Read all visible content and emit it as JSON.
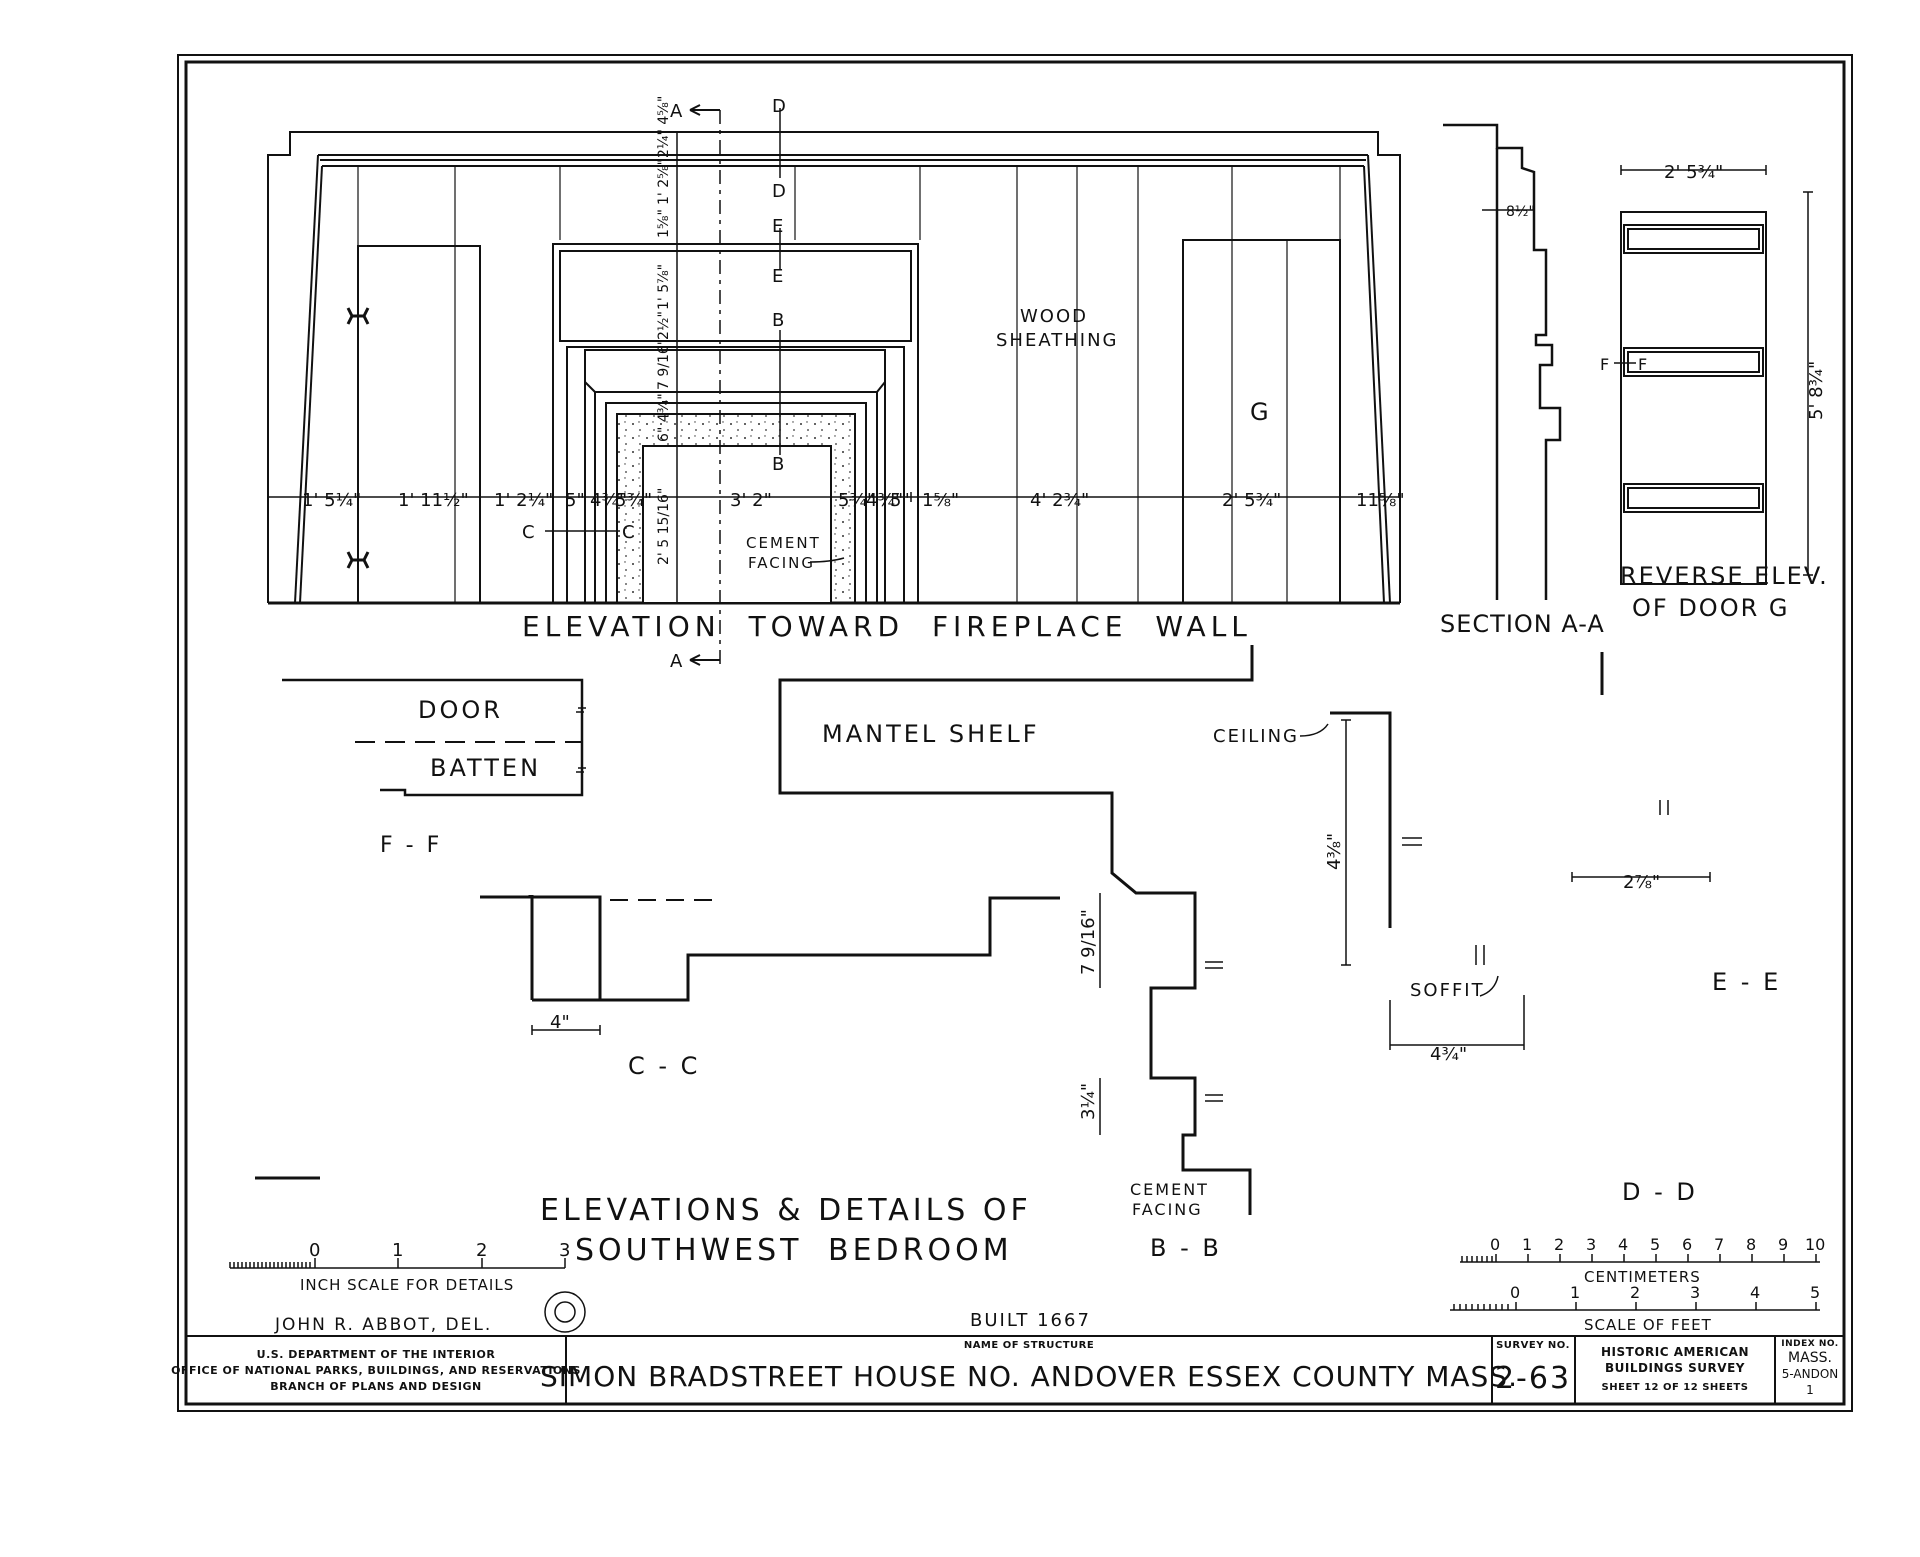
{
  "views": {
    "elevation": {
      "title": "ELEVATION TOWARD FIREPLACE WALL",
      "wood_sheathing_1": "WOOD",
      "wood_sheathing_2": "SHEATHING",
      "door_label": "G",
      "cement_1": "CEMENT",
      "cement_2": "FACING",
      "sec_a_top": "A",
      "sec_a_bottom": "A",
      "sec_d1": "D",
      "sec_d2": "D",
      "sec_e1": "E",
      "sec_e2": "E",
      "sec_b1": "B",
      "sec_b2": "B",
      "sec_c1": "C",
      "sec_c2": "C",
      "dims": [
        "1' 5¼\"",
        "1' 11½\"",
        "1' 2¼\"",
        "5\"",
        "4¾\"",
        "5¾\"",
        "3' 2\"",
        "5¾\"",
        "4¾\"",
        "5\"",
        "1⅝\"",
        "4' 2¾\"",
        "2' 5¾\"",
        "11⅝\""
      ],
      "vdims": [
        "2¼\" 4⅝\"",
        "1' 2⅝\"",
        "1⅝\"",
        "1' 5⅞\"",
        "2½\"",
        "7 9/16\"",
        "6\" 4¾\"",
        "2' 5 15/16\""
      ]
    },
    "section_aa": {
      "title": "SECTION A-A",
      "dim": "8½\""
    },
    "door_g": {
      "title_1": "REVERSE ELEV.",
      "title_2": "OF DOOR G",
      "width": "2' 5¾\"",
      "height": "5' 8¾\"",
      "sec_f": "F",
      "sec_f2": "F"
    },
    "ff": {
      "title": "F - F",
      "top": "DOOR",
      "bottom": "BATTEN"
    },
    "cc": {
      "title": "C - C",
      "dim": "4\""
    },
    "mantel": {
      "title": "MANTEL SHELF"
    },
    "bb": {
      "title": "B - B",
      "dim1": "7 9/16\"",
      "dim2": "3¼\"",
      "cement_1": "CEMENT",
      "cement_2": "FACING"
    },
    "dd": {
      "title": "D - D",
      "ceiling": "CEILING",
      "soffit": "SOFFIT",
      "dim1": "4⅜\"",
      "dim2": "4¾\""
    },
    "ee": {
      "title": "E - E",
      "dim": "2⅞\""
    }
  },
  "sheet_title_1": "ELEVATIONS & DETAILS OF",
  "sheet_title_2": "SOUTHWEST BEDROOM",
  "scales": {
    "inch": {
      "caption": "INCH SCALE FOR DETAILS",
      "ticks": [
        "0",
        "1",
        "2",
        "3"
      ]
    },
    "cm": {
      "caption": "CENTIMETERS",
      "ticks": [
        "0",
        "1",
        "2",
        "3",
        "4",
        "5",
        "6",
        "7",
        "8",
        "9",
        "10"
      ]
    },
    "feet": {
      "caption": "SCALE OF FEET",
      "ticks": [
        "0",
        "1",
        "2",
        "3",
        "4",
        "5"
      ]
    }
  },
  "delineator": "JOHN R. ABBOT, DEL.",
  "built": "BUILT 1667",
  "title_block": {
    "agency_1": "U.S. DEPARTMENT OF THE INTERIOR",
    "agency_2": "OFFICE OF NATIONAL PARKS, BUILDINGS, AND RESERVATIONS",
    "agency_3": "BRANCH OF PLANS AND DESIGN",
    "name_caption": "NAME OF STRUCTURE",
    "name": "SIMON BRADSTREET HOUSE NO. ANDOVER ESSEX COUNTY MASS.",
    "survey_caption": "SURVEY NO.",
    "survey_no": "2-63",
    "habs_1": "HISTORIC AMERICAN",
    "habs_2": "BUILDINGS SURVEY",
    "sheet": "SHEET 12 OF 12 SHEETS",
    "index_caption": "INDEX NO.",
    "index_1": "MASS.",
    "index_2": "5-ANDON",
    "index_3": "1"
  }
}
